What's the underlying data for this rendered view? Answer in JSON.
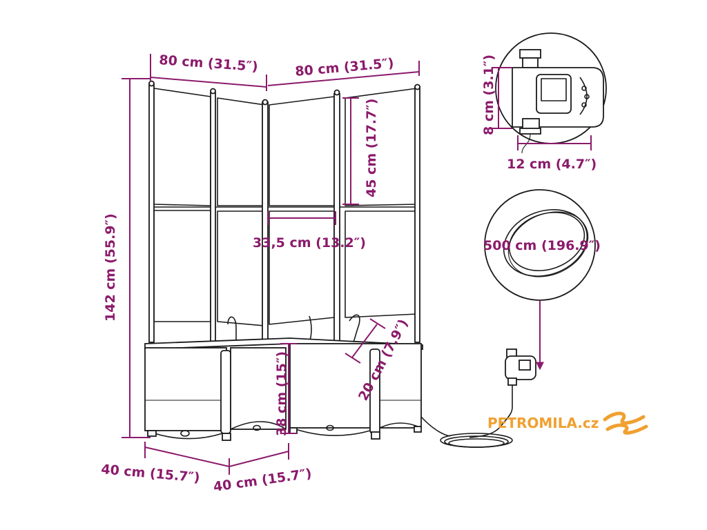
{
  "dimensions": {
    "top_width_left": "80 cm (31.5″)",
    "top_width_right": "80 cm (31.5″)",
    "total_height": "142 cm (55.9″)",
    "trellis_section": "45 cm (17.7″)",
    "planter_inner": "33,5 cm (13.2″)",
    "planter_height": "38 cm (15″)",
    "planter_depth": "20 cm (7.9″)",
    "base_depth_left": "40 cm (15.7″)",
    "base_depth_right": "40 cm (15.7″)",
    "timer_height": "8 cm (3.1″)",
    "timer_width": "12 cm (4.7″)",
    "hose_length": "500 cm (196.9″)"
  },
  "brand": {
    "name": "PETROMILA.cz"
  },
  "colors": {
    "dimension": "#8b1a6b",
    "brand": "#f0a030",
    "line_art": "#1a1a1a"
  },
  "icons": [
    "lattice-trellis-icon",
    "planter-box-icon",
    "water-timer-icon",
    "hose-coil-icon",
    "brand-swoosh-icon"
  ]
}
